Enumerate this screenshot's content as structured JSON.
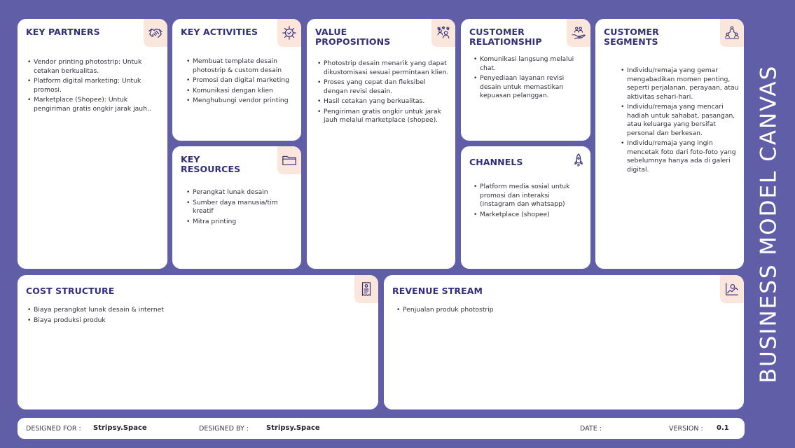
{
  "title": "BUSINESS MODEL CANVAS",
  "colors": {
    "background": "#615ea8",
    "heading": "#332e7a",
    "icon_bg": "#fbe6dc",
    "card": "#ffffff"
  },
  "key_partners": {
    "title": "KEY PARTNERS",
    "icon": "handshake-icon",
    "items": [
      "Vendor printing photostrip: Untuk cetakan berkualitas.",
      "Platform digital marketing: Untuk promosi.",
      "Marketplace (Shopee): Untuk pengiriman gratis ongkir jarak jauh.."
    ]
  },
  "key_activities": {
    "title": "KEY ACTIVITIES",
    "icon": "gear-check-icon",
    "items": [
      "Membuat template desain photostrip & custom desain",
      "Promosi dan digital marketing",
      "Komunikasi dengan klien",
      "Menghubungi vendor printing"
    ]
  },
  "key_resources": {
    "title": "KEY\nRESOURCES",
    "icon": "folder-icon",
    "items": [
      "Perangkat lunak desain",
      "Sumber daya manusia/tim kreatif",
      "Mitra printing"
    ]
  },
  "value_propositions": {
    "title": "VALUE\nPROPOSITIONS",
    "icon": "people-stars-icon",
    "items": [
      "Photostrip desain menarik yang dapat dikustomisasi sesuai permintaan klien.",
      "Proses yang cepat dan fleksibel dengan revisi desain.",
      "Hasil cetakan yang berkualitas.",
      "Pengiriman gratis ongkir untuk jarak jauh melalui marketplace (shopee)."
    ]
  },
  "customer_relationship": {
    "title": "CUSTOMER\nRELATIONSHIP",
    "icon": "hand-people-icon",
    "items": [
      "Komunikasi langsung melalui chat.",
      "Penyediaan layanan revisi desain untuk memastikan kepuasan pelanggan."
    ]
  },
  "channels": {
    "title": "CHANNELS",
    "icon": "rocket-icon",
    "items": [
      "Platform media sosial untuk promosi dan interaksi (instagram dan whatsapp)",
      "Marketplace (shopee)"
    ]
  },
  "customer_segments": {
    "title": "CUSTOMER\nSEGMENTS",
    "icon": "people-network-icon",
    "items": [
      "Individu/remaja yang gemar mengabadikan momen penting, seperti perjalanan, perayaan, atau aktivitas sehari-hari.",
      "Individu/remaja yang mencari hadiah untuk sahabat, pasangan, atau keluarga yang bersifat personal dan berkesan.",
      "Individu/remaja yang ingin mencetak foto dari foto-foto yang sebelumnya hanya ada di galeri digital."
    ]
  },
  "cost_structure": {
    "title": "COST STRUCTURE",
    "icon": "receipt-icon",
    "items": [
      "Biaya perangkat lunak desain & internet",
      "Biaya produksi produk"
    ]
  },
  "revenue_stream": {
    "title": "REVENUE STREAM",
    "icon": "revenue-chart-icon",
    "items": [
      "Penjualan produk photostrip"
    ]
  },
  "footer": {
    "designed_for_label": "DESIGNED FOR :",
    "designed_for_value": "Stripsy.Space",
    "designed_by_label": "DESIGNED BY :",
    "designed_by_value": "Stripsy.Space",
    "date_label": "DATE :",
    "date_value": "",
    "version_label": "VERSION :",
    "version_value": "0.1"
  }
}
